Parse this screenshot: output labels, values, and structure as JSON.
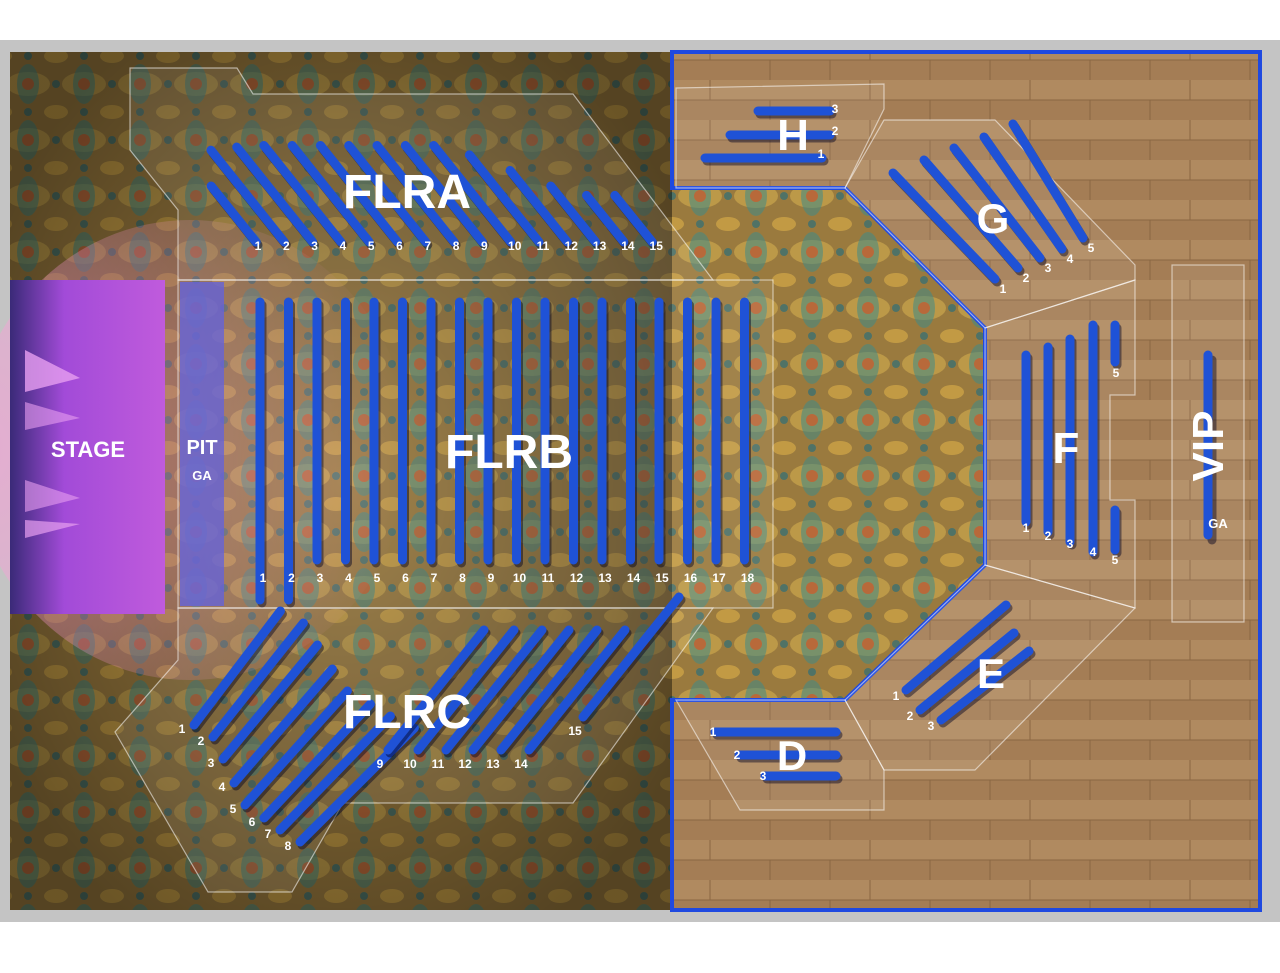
{
  "venue_map": {
    "stage": {
      "label": "STAGE"
    },
    "pit": {
      "label": "PIT",
      "sublabel": "GA"
    },
    "vip": {
      "label": "VIP",
      "sublabel": "GA"
    },
    "sections": {
      "FLRA": {
        "label": "FLRA",
        "rows": [
          "1",
          "2",
          "3",
          "4",
          "5",
          "6",
          "7",
          "8",
          "9",
          "10",
          "11",
          "12",
          "13",
          "14",
          "15"
        ]
      },
      "FLRB": {
        "label": "FLRB",
        "rows": [
          "1",
          "2",
          "3",
          "4",
          "5",
          "6",
          "7",
          "8",
          "9",
          "10",
          "11",
          "12",
          "13",
          "14",
          "15",
          "16",
          "17",
          "18"
        ]
      },
      "FLRC": {
        "label": "FLRC",
        "rows": [
          "1",
          "2",
          "3",
          "4",
          "5",
          "6",
          "7",
          "8",
          "9",
          "10",
          "11",
          "12",
          "13",
          "14",
          "15"
        ]
      },
      "D": {
        "label": "D",
        "rows": [
          "1",
          "2",
          "3"
        ]
      },
      "E": {
        "label": "E",
        "rows": [
          "1",
          "2",
          "3"
        ]
      },
      "F": {
        "label": "F",
        "rows": [
          "1",
          "2",
          "3",
          "4",
          "5"
        ],
        "top_row_label": "5"
      },
      "G": {
        "label": "G",
        "rows": [
          "1",
          "2",
          "3",
          "4",
          "5"
        ]
      },
      "H": {
        "label": "H",
        "rows": [
          "1",
          "2",
          "3"
        ]
      }
    },
    "colors": {
      "row_seats": "#1f52d6",
      "stage": "#b84fd8",
      "pit": "#5a57d6",
      "carpet_base": "#9c7a3c",
      "floor_wood": "#a9825a",
      "border_blue": "#1f49e0",
      "frame": "#bdbdbd"
    }
  }
}
